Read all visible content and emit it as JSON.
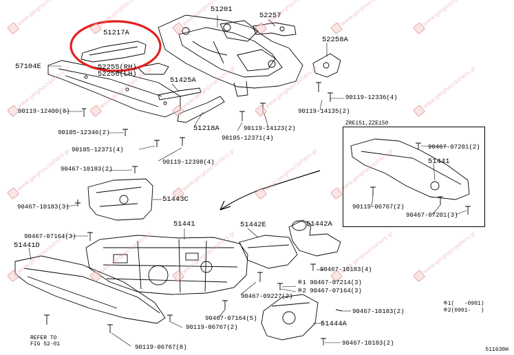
{
  "parts": {
    "p51201": "51201",
    "p52257": "52257",
    "p51217A": "51217A",
    "p52258A": "52258A",
    "p57104E": "57104E",
    "p52255": "52255(RH)",
    "p52256": "52256(LH)",
    "p51425A": "51425A",
    "p51218A": "51218A",
    "p51443C": "51443C",
    "p51441": "51441",
    "p51441_inset": "51441",
    "p51442E": "51442E",
    "p51442A": "51442A",
    "p51441D": "51441D",
    "p51444A": "51444A"
  },
  "fasteners": {
    "f90119_12336": "90119-12336(4)",
    "f90119_14135": "90119-14135(2)",
    "f90119_12400": "90119-12400(8)",
    "f90105_12346": "90105-12346(2)",
    "f90119_14123": "90119-14123(2)",
    "f90105_12371_a": "90105-12371(4)",
    "f90105_12371_b": "90105-12371(4)",
    "f90119_12398": "90119-12398(4)",
    "f90467_10183_a": "90467-10183(2)",
    "f90467_10183_b": "90467-10183(3)",
    "f90467_07164_a": "90467-07164(3)",
    "f90467_07201_a": "90467-07201(2)",
    "f90119_06767_a": "90119-06767(2)",
    "f90467_07201_b": "90467-07201(3)",
    "f90467_10183_c": "90467-10183(4)",
    "f90467_07214": "※1 90467-07214(3)",
    "f90467_07164_b": "※2 90467-07164(3)",
    "f90467_09227": "90467-09227(2)",
    "f90467_07164_c": "90467-07164(5)",
    "f90119_06767_b": "90119-06767(2)",
    "f90119_06767_c": "90119-06767(8)",
    "f90467_10183_d": "90467-10183(2)",
    "f90467_10183_e": "90467-10183(2)"
  },
  "inset_title": "ZRE151,ZZE150",
  "notes": {
    "note1": "※1(   -0901)",
    "note2": "※2(0901-   )",
    "refer": "REFER TO\nFIG 52-01"
  },
  "figure_code": "511630H",
  "watermark_text": "www.gerghocrashers.gr",
  "colors": {
    "highlight": "#e0201e",
    "line": "#000000",
    "watermark": "#e79a9a"
  }
}
